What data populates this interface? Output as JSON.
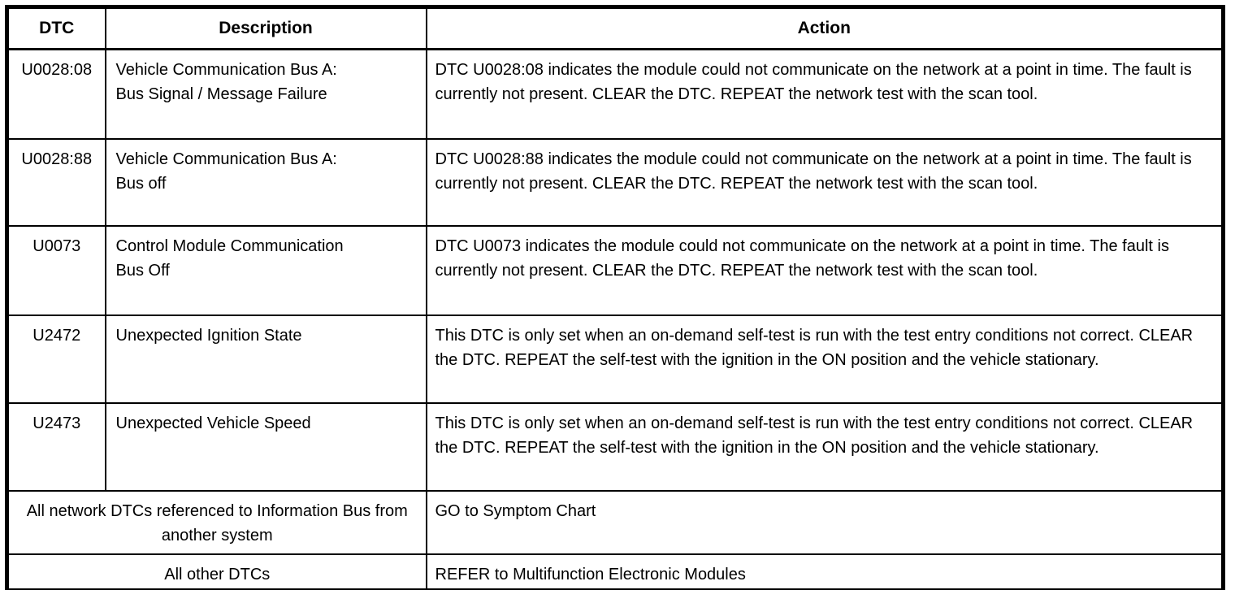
{
  "table": {
    "headers": [
      "DTC",
      "Description",
      "Action"
    ],
    "rows": [
      {
        "dtc": "U0028:08",
        "description": "Vehicle Communication Bus A: Bus Signal / Message Failure",
        "action": "DTC U0028:08 indicates the module could not communicate on the network at a point in time. The fault is currently not present. CLEAR the DTC. REPEAT the network test with the scan tool."
      },
      {
        "dtc": "U0028:88",
        "description": "Vehicle Communication Bus A: Bus off",
        "action": "DTC U0028:88 indicates the module could not communicate on the network at a point in time. The fault is currently not present. CLEAR the DTC. REPEAT the network test with the scan tool."
      },
      {
        "dtc": "U0073",
        "description": "Control Module Communication Bus Off",
        "action": "DTC U0073 indicates the module could not communicate on the network at a point in time. The fault is currently not present. CLEAR the DTC. REPEAT the network test with the scan tool."
      },
      {
        "dtc": "U2472",
        "description": "Unexpected Ignition State",
        "action": "This DTC is only set when an on-demand self-test is run with the test entry conditions not correct. CLEAR the DTC. REPEAT the self-test with the ignition in the ON position and the vehicle stationary."
      },
      {
        "dtc": "U2473",
        "description": "Unexpected Vehicle Speed",
        "action": "This DTC is only set when an on-demand self-test is run with the test entry conditions not correct. CLEAR the DTC. REPEAT the self-test with the ignition in the ON position and the vehicle stationary."
      }
    ],
    "span_rows": [
      {
        "category": "All network DTCs referenced to Information Bus from another system",
        "action": "GO to Symptom Chart"
      },
      {
        "category": "All other DTCs",
        "action": "REFER to Multifunction Electronic Modules"
      }
    ]
  }
}
